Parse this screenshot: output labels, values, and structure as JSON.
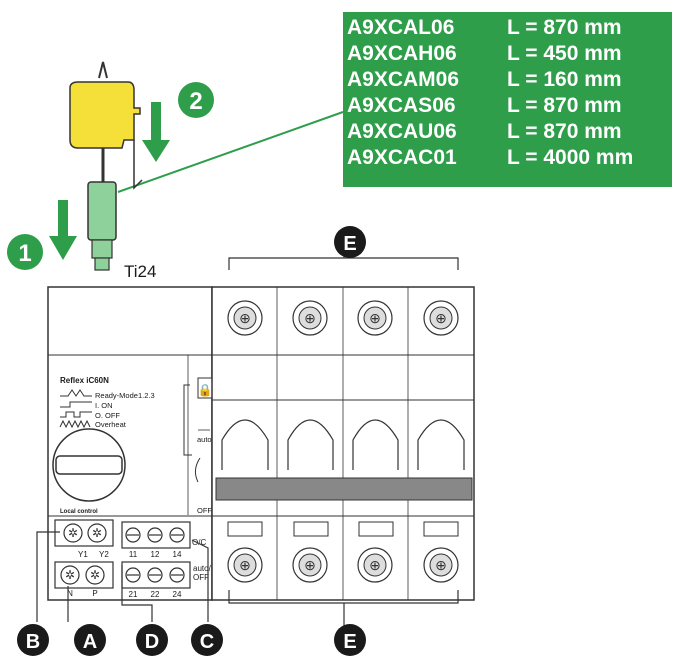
{
  "references": [
    {
      "code": "A9XCAL06",
      "length": "L = 870 mm"
    },
    {
      "code": "A9XCAH06",
      "length": "L = 450 mm"
    },
    {
      "code": "A9XCAM06",
      "length": "L = 160 mm"
    },
    {
      "code": "A9XCAS06",
      "length": "L = 870 mm"
    },
    {
      "code": "A9XCAU06",
      "length": "L = 870 mm"
    },
    {
      "code": "A9XCAC01",
      "length": "L = 4000 mm"
    }
  ],
  "steps": {
    "step1": "1",
    "step2": "2"
  },
  "connector_label": "Ti24",
  "device": {
    "name": "Reflex iC60N",
    "legend": [
      "Ready-Mode1.2.3",
      "I. ON",
      "O. OFF",
      "Overheat"
    ],
    "local_control": "Local control",
    "auto_label": "auto",
    "off_label": "OFF",
    "oc_label": "O/C",
    "auto_off_label_1": "auto/",
    "auto_off_label_2": "OFF",
    "terminals_top": [
      "Y1",
      "Y2"
    ],
    "terminals_bottom": [
      "N",
      "P"
    ],
    "contacts_oc": [
      "11",
      "12",
      "14"
    ],
    "contacts_auto": [
      "21",
      "22",
      "24"
    ]
  },
  "callouts": {
    "A": "A",
    "B": "B",
    "C": "C",
    "D": "D",
    "E_top": "E",
    "E_bottom": "E"
  },
  "colors": {
    "green_table": "#2e9e4a",
    "green_arrow": "#2e9e4a",
    "yellow_cap": "#f5e03a",
    "plug_green": "#8fd19a",
    "dark": "#1a1a1a"
  }
}
